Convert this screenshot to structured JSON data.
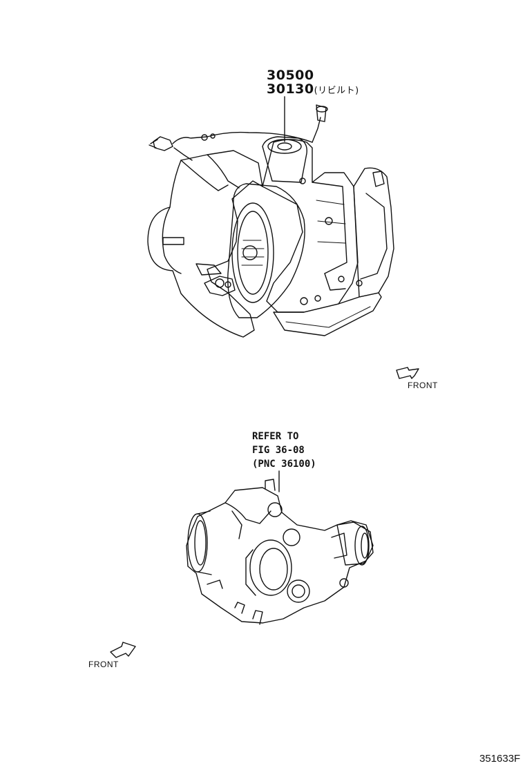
{
  "callout_top": {
    "part_1": "30500",
    "part_2": "30130",
    "part_2_suffix": "(リビルト)"
  },
  "callout_bottom": {
    "line_1": "REFER TO",
    "line_2": "FIG 36-08",
    "line_3": "(PNC 36100)"
  },
  "front_label_top": "FRONT",
  "front_label_bottom": "FRONT",
  "figure_code": "351633F"
}
